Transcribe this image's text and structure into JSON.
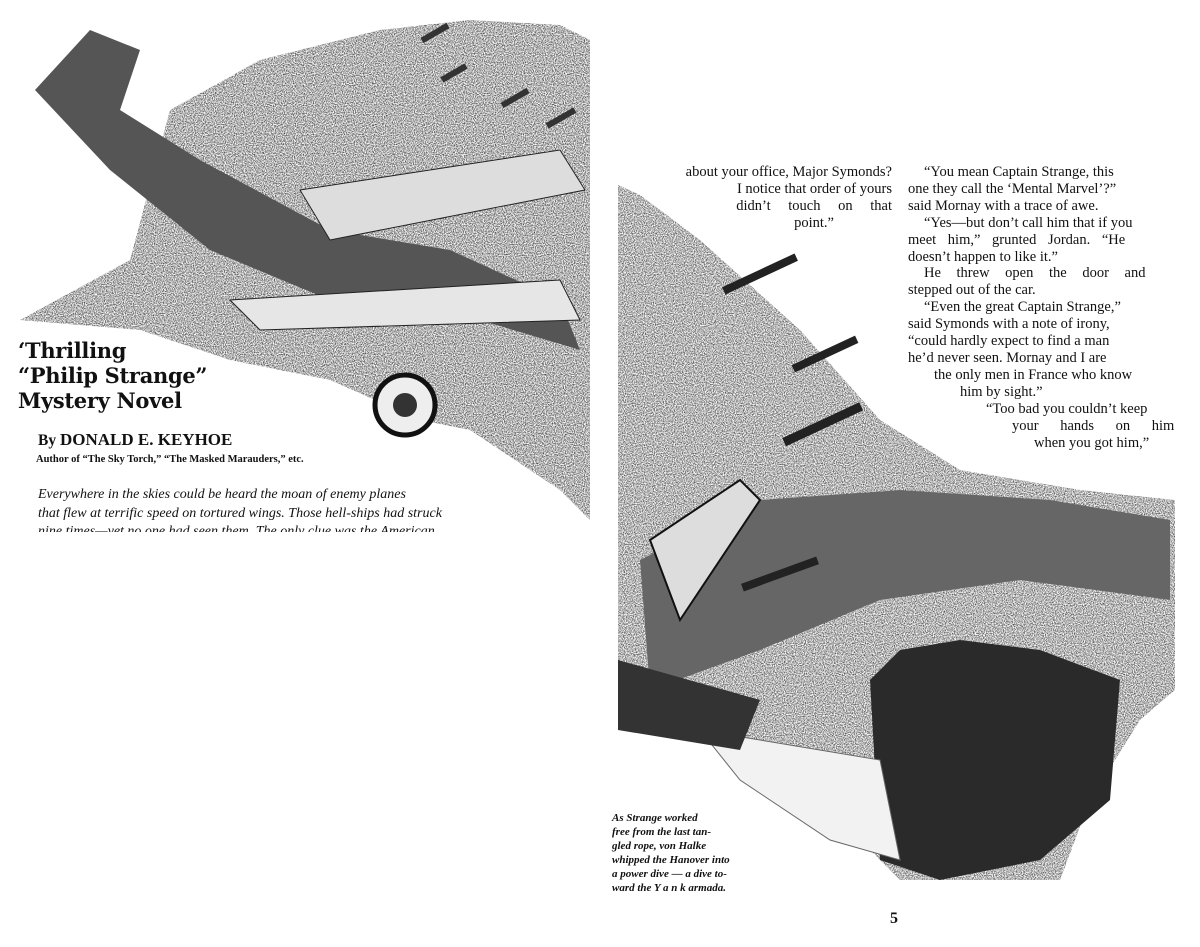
{
  "story": {
    "kicker_lines": [
      "‘Thrilling",
      "“Philip Strange”",
      "Mystery Novel"
    ],
    "byline_prefix": "By",
    "author": "DONALD E. KEYHOE",
    "author_credits": "Author of “The Sky Torch,” “The Masked Marauders,” etc.",
    "blurb_lines": [
      "Everywhere in the skies could be heard the moan of enemy planes",
      "that flew at terrific speed on tortured wings. Those hell-ships had struck",
      "nine times—yet no one had seen them. The only clue was the American"
    ]
  },
  "column1_lines": [
    "about your office, Major Symonds?",
    "I notice that order of yours",
    "didn’t touch on that",
    "point.”"
  ],
  "column2_lines": [
    "“You mean Captain Strange, this",
    "one they call the ‘Mental Marvel’?”",
    "said Mornay with a trace of awe.",
    "“Yes—but don’t call him that if you",
    "meet him,” grunted Jordan. “He",
    "doesn’t happen to like it.”",
    "He threw open the door and",
    "stepped out of the car.",
    "“Even the great Captain Strange,”",
    "said Symonds with a note of irony,",
    "“could hardly expect to find a man",
    "he’d never seen. Mornay and I are",
    "the only men in France who know",
    "him by sight.”",
    "“Too bad you couldn’t keep",
    "your hands on him",
    "when you got him,”"
  ],
  "caption_lines": [
    "As Strange worked",
    "free from the last tan-",
    "gled rope, von Halke",
    "whipped the Hanover into",
    "a power dive — a dive to-",
    "ward the Y a n k armada."
  ],
  "page_number": "5"
}
